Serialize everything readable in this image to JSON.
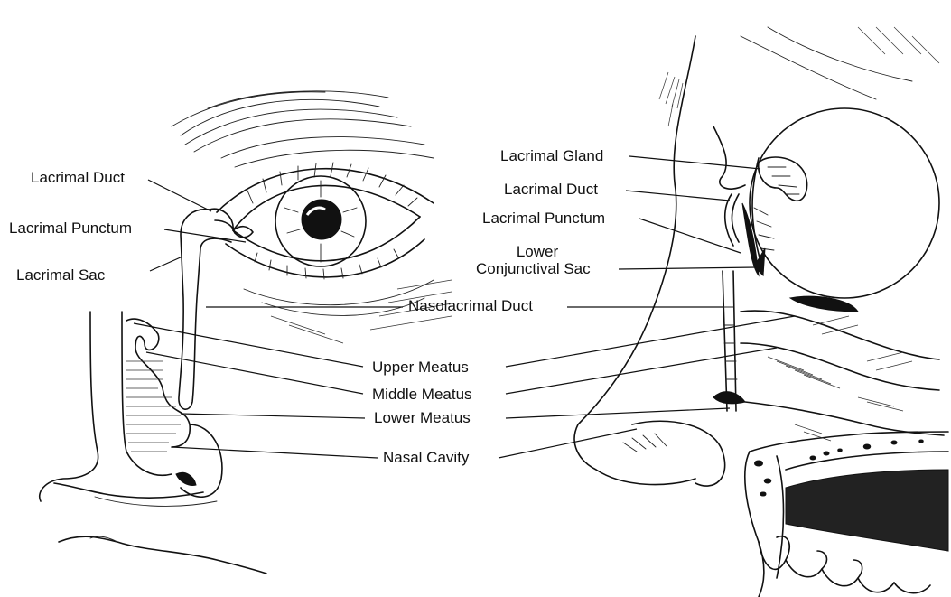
{
  "labels": {
    "left_lacrimal_duct": "Lacrimal Duct",
    "left_lacrimal_punctum": "Lacrimal Punctum",
    "left_lacrimal_sac": "Lacrimal Sac",
    "nasolacrimal_duct": "Nasolacrimal Duct",
    "upper_meatus": "Upper Meatus",
    "middle_meatus": "Middle Meatus",
    "lower_meatus": "Lower Meatus",
    "nasal_cavity": "Nasal Cavity",
    "right_lacrimal_gland": "Lacrimal Gland",
    "right_lacrimal_duct": "Lacrimal Duct",
    "right_lacrimal_punctum": "Lacrimal Punctum",
    "right_lower_line1": "Lower",
    "right_lower_line2": "Conjunctival Sac"
  }
}
